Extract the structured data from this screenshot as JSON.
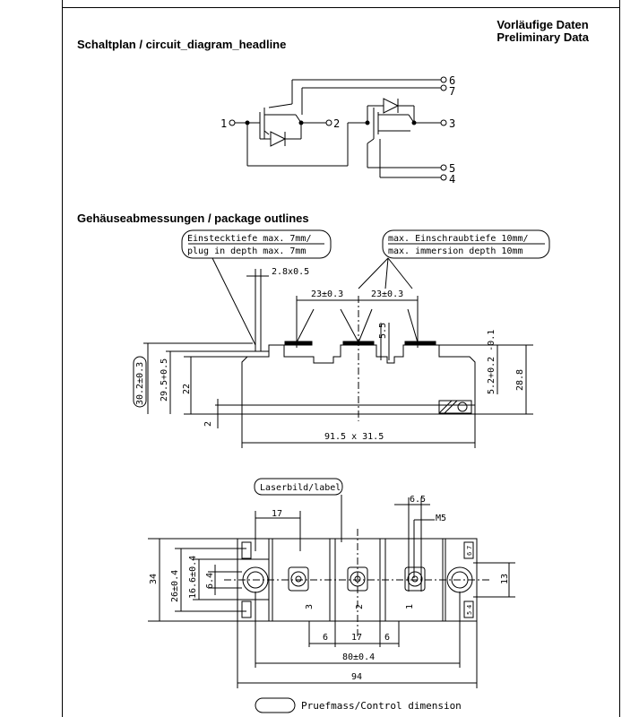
{
  "header": {
    "prelim_de": "Vorläufige Daten",
    "prelim_en": "Preliminary Data"
  },
  "circuit": {
    "headline": "Schaltplan / circuit_diagram_headline",
    "pins": [
      "1",
      "2",
      "3",
      "4",
      "5",
      "6",
      "7"
    ]
  },
  "package": {
    "headline": "Gehäuseabmessungen / package outlines",
    "note_plug_1": "Einstecktiefe max. 7mm/",
    "note_plug_2": "plug in depth max. 7mm",
    "note_screw_1": "max. Einschraubtiefe 10mm/",
    "note_screw_2": "max. immersion depth 10mm",
    "dim_2_8": "2.8x0.5",
    "dim_23a": "23±0.3",
    "dim_23b": "23±0.3",
    "dim_5_5": "5.5",
    "dim_30_2": "30.2±0.3",
    "dim_29_5": "29.5+0.5",
    "dim_22": "22",
    "dim_2": "2",
    "dim_5_2": "5.2+0.2 -0.1",
    "dim_28_8": "28.8",
    "dim_91_5": "91.5 x 31.5",
    "label_laser": "Laserbild/label",
    "dim_6_5": "6.5",
    "dim_m5": "M5",
    "dim_17a": "17",
    "dim_34": "34",
    "dim_26": "26±0.4",
    "dim_16_6": "16.6±0.4",
    "dim_6_4": "6.4",
    "dim_13": "13",
    "dim_6a": "6",
    "dim_17b": "17",
    "dim_6b": "6",
    "dim_80": "80±0.4",
    "dim_94": "94",
    "terminal_3": "3",
    "terminal_2": "2",
    "terminal_1": "1",
    "small_pins": [
      "6",
      "7",
      "5",
      "4"
    ],
    "legend_text": "Pruefmass/Control dimension"
  }
}
